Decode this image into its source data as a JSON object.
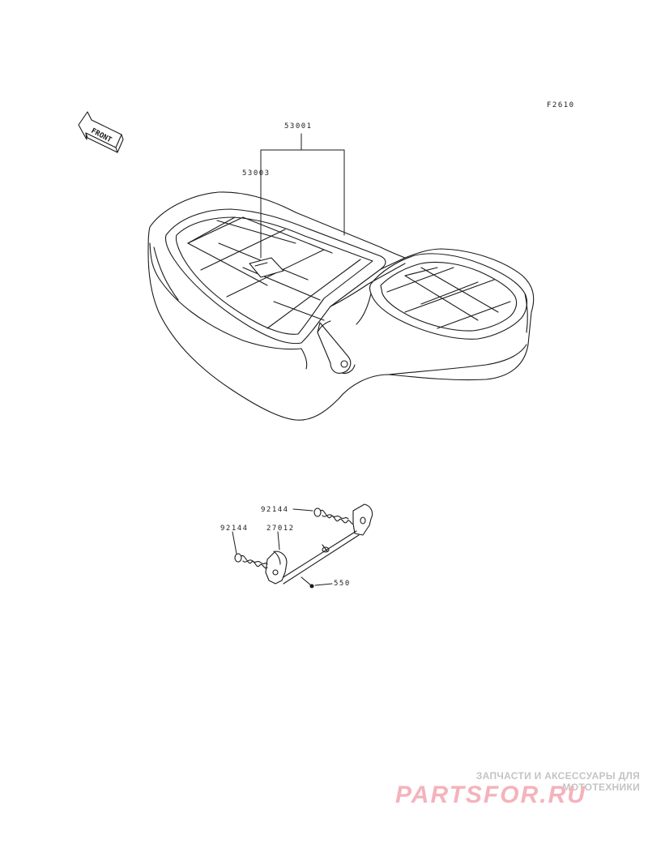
{
  "figure_code": "F2610",
  "front_tag": "FRONT",
  "parts": {
    "seat_assy": "53001",
    "seat_cover": "53003",
    "spring_right": "92144",
    "spring_left": "92144",
    "hinge_shaft": "27012",
    "cotter_pin": "550"
  },
  "watermark": {
    "tagline": "ЗАПЧАСТИ И АКСЕССУАРЫ ДЛЯ МОТОТЕХНИКИ",
    "brand": "PARTSFOR.RU"
  },
  "colors": {
    "line": "#1a1a1a",
    "watermark_gray": "#c4c4c4",
    "watermark_red": "#f4b3bb"
  }
}
